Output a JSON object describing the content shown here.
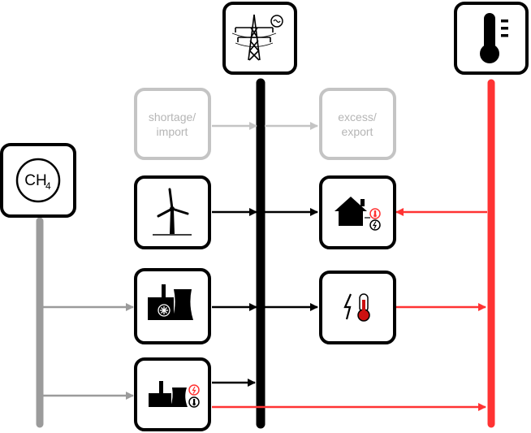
{
  "colors": {
    "electricity": "#000000",
    "heat": "#ff3333",
    "gas": "#9b9b9b",
    "inactive": "#c4c4c4"
  },
  "buses": {
    "gas": {
      "label_main": "CH",
      "label_sub": "4",
      "icon": "methane-icon"
    },
    "electricity": {
      "icon": "power-pylon-icon"
    },
    "heat": {
      "icon": "thermometer-icon"
    }
  },
  "components": {
    "shortage": {
      "label_line1": "shortage/",
      "label_line2": "import"
    },
    "excess": {
      "label_line1": "excess/",
      "label_line2": "export"
    },
    "wind": {
      "icon": "wind-turbine-icon"
    },
    "heat_demand": {
      "icon": "house-heat-icon"
    },
    "gas_plant": {
      "icon": "gas-power-plant-icon"
    },
    "power_to_heat": {
      "icon": "power-to-heat-icon"
    },
    "chp": {
      "icon": "chp-plant-icon"
    }
  }
}
